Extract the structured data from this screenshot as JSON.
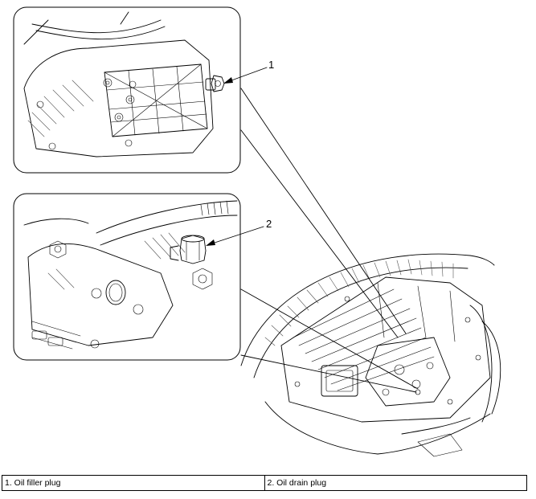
{
  "callouts": [
    {
      "number": "1",
      "label": "Oil filler plug"
    },
    {
      "number": "2",
      "label": "Oil drain plug"
    }
  ],
  "legend": {
    "cells": [
      "1. Oil filler plug",
      "2. Oil drain plug"
    ]
  }
}
